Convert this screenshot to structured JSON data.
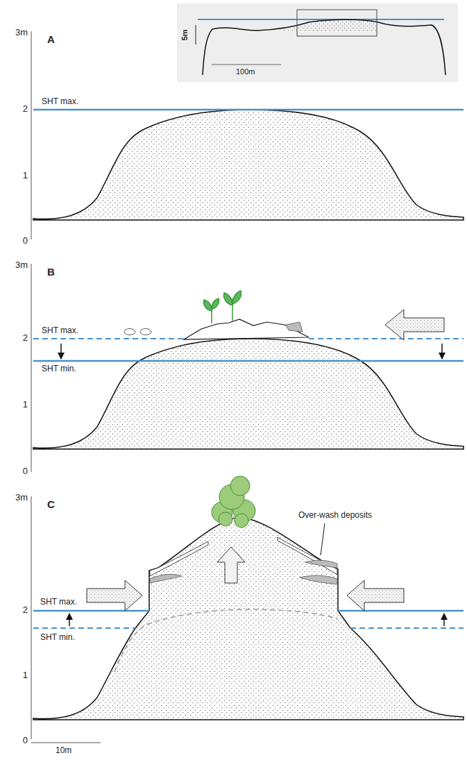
{
  "diagram": {
    "labels": [
      "5m",
      "100m",
      "3m",
      "2",
      "1",
      "0",
      "A",
      "SHT max.",
      "3m",
      "2",
      "1",
      "0",
      "B",
      "SHT max.",
      "SHT min.",
      "3m",
      "2",
      "1",
      "0",
      "C",
      "SHT max.",
      "SHT min.",
      "Over-wash deposits",
      "10m"
    ]
  }
}
